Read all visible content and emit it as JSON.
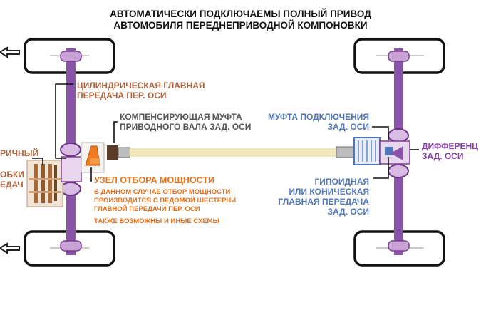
{
  "title": {
    "line1": "АВТОМАТИЧЕСКИ ПОДКЛЮЧАЕМЫ ПОЛНЫЙ ПРИВОД",
    "line2": "АВТОМОБИЛЯ ПЕРЕДНЕПРИВОДНОЙ КОМПОНОВКИ"
  },
  "labels": {
    "front_final_drive": [
      "ЦИЛИНДРИЧЕСКАЯ ГЛАВНАЯ",
      "ПЕРЕДАЧА ПЕР. ОСИ"
    ],
    "compensating_coupling": [
      "КОМПЕНСИРУЮЩАЯ МУФТА",
      "ПРИВОДНОГО ВАЛА ЗАД. ОСИ"
    ],
    "engagement_coupling": [
      "МУФТА ПОДКЛЮЧЕНИЯ",
      "ЗАД. ОСИ"
    ],
    "differential": [
      "ДИФФЕРЕНЦ",
      "ЗАД. ОСИ"
    ],
    "left_cut_1": "РИЧНЫЙ",
    "left_cut_2": "ОБКИ",
    "left_cut_3": "ЕДАЧ",
    "pto_title": "УЗЕЛ ОТБОРА МОЩНОСТИ",
    "pto_note": [
      "В ДАННОМ СЛУЧАЕ  ОТБОР МОЩНОСТИ",
      "ПРОИЗВОДИТСЯ С ВЕДОМОЙ ШЕСТЕРНИ",
      "ГЛАВНОЙ ПЕРЕДАЧИ ПЕР. ОСИ"
    ],
    "pto_other": "ТАКЖЕ ВОЗМОЖНЫ И ИНЫЕ СХЕМЫ",
    "hypoid": [
      "ГИПОИДНАЯ",
      "ИЛИ КОНИЧЕСКАЯ",
      "ГЛАВНАЯ ПЕРЕДАЧА",
      "ЗАД. ОСИ"
    ]
  },
  "colors": {
    "axle": "#8a52a8",
    "shaft": "#f2eabd",
    "brown_text": "#b0653f",
    "blue_text": "#4f76b8",
    "orange": "#e8701a",
    "purple_text": "#8a3fa8"
  }
}
